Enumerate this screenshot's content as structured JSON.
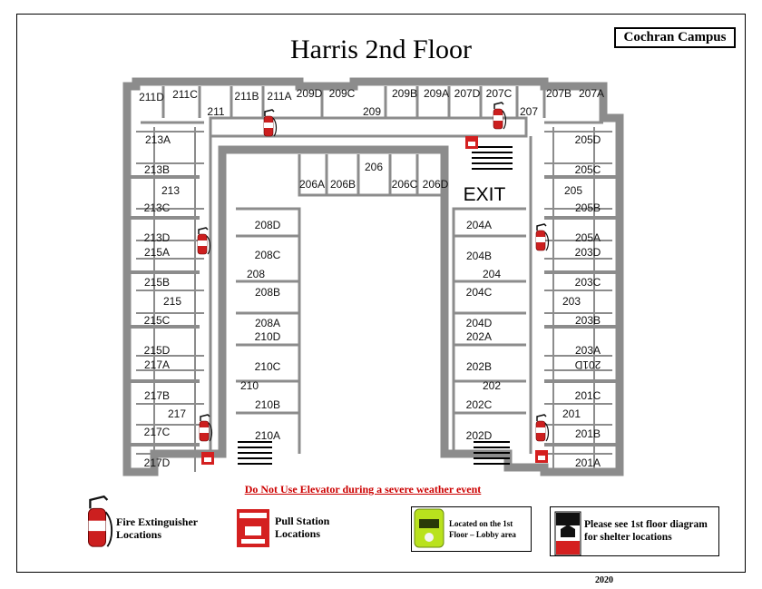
{
  "campus": "Cochran Campus",
  "title": "Harris 2nd Floor",
  "rooms": {
    "r211D": "211D",
    "r211C": "211C",
    "r211": "211",
    "r211B": "211B",
    "r211A": "211A",
    "r209D": "209D",
    "r209C": "209C",
    "r209": "209",
    "r209B": "209B",
    "r209A": "209A",
    "r207D": "207D",
    "r207C": "207C",
    "r207": "207",
    "r207B": "207B",
    "r207A": "207A",
    "r213A": "213A",
    "r213B": "213B",
    "r213": "213",
    "r213C": "213C",
    "r213D": "213D",
    "r215A": "215A",
    "r215B": "215B",
    "r215": "215",
    "r215C": "215C",
    "r215D": "215D",
    "r217A": "217A",
    "r217B": "217B",
    "r217": "217",
    "r217C": "217C",
    "r217D": "217D",
    "r206": "206",
    "r206A": "206A",
    "r206B": "206B",
    "r206C": "206C",
    "r206D": "206D",
    "r208D": "208D",
    "r208C": "208C",
    "r208": "208",
    "r208B": "208B",
    "r208A": "208A",
    "r210D": "210D",
    "r210C": "210C",
    "r210": "210",
    "r210B": "210B",
    "r210A": "210A",
    "r204A": "204A",
    "r204B": "204B",
    "r204": "204",
    "r204C": "204C",
    "r204D": "204D",
    "r202A": "202A",
    "r202B": "202B",
    "r202": "202",
    "r202C": "202C",
    "r202D": "202D",
    "r205D": "205D",
    "r205C": "205C",
    "r205": "205",
    "r205B": "205B",
    "r205A": "205A",
    "r203D": "203D",
    "r203C": "203C",
    "r203": "203",
    "r203B": "203B",
    "r203A": "203A",
    "r201D": "201D",
    "r201C": "201C",
    "r201": "201",
    "r201B": "201B",
    "r201A": "201A"
  },
  "exit_label": "EXIT",
  "warning": "Do Not Use Elevator during a severe weather event",
  "legend": {
    "fire_extinguisher": "Fire Extinguisher Locations",
    "pull_station": "Pull Station Locations",
    "aed": "Located on the 1st Floor – Lobby area",
    "shelter": "Please see 1st floor diagram for shelter locations"
  },
  "year": "2020",
  "colors": {
    "wall": "#8c8c8c",
    "extinguisher": "#cc1f1f",
    "pull_station": "#d42020",
    "aed": "#b9e21d",
    "warning": "#cc0000"
  }
}
